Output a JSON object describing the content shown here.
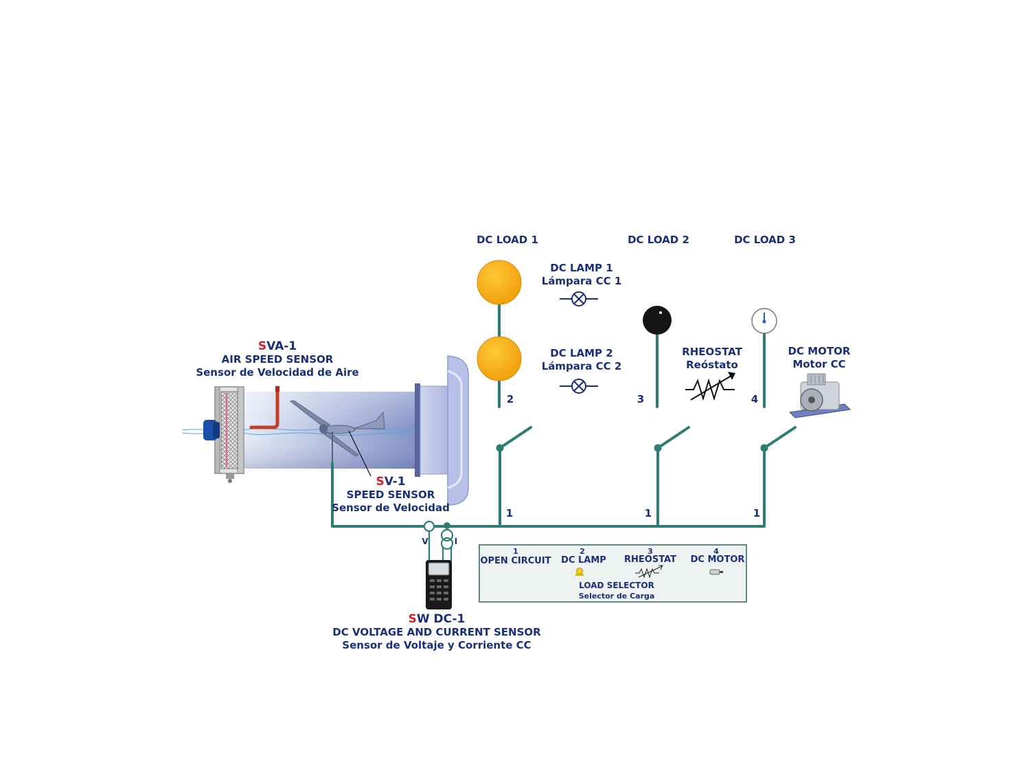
{
  "loads": {
    "load1": "DC LOAD 1",
    "load2": "DC LOAD 2",
    "load3": "DC LOAD 3"
  },
  "lamp1": {
    "title": "DC LAMP 1",
    "subtitle": "Lámpara CC 1"
  },
  "lamp2": {
    "title": "DC LAMP 2",
    "subtitle": "Lámpara CC 2"
  },
  "rheostat": {
    "title": "RHEOSTAT",
    "subtitle": "Reóstato"
  },
  "motor": {
    "title": "DC MOTOR",
    "subtitle": "Motor CC"
  },
  "sva": {
    "code_s": "S",
    "code_rest": "VA-1",
    "title": "AIR SPEED SENSOR",
    "subtitle": "Sensor de Velocidad de Aire"
  },
  "sv": {
    "code_s": "S",
    "code_rest": "V-1",
    "title": "SPEED SENSOR",
    "subtitle": "Sensor de Velocidad"
  },
  "swdc": {
    "code_s": "S",
    "code_rest": "W DC-1",
    "title": "DC VOLTAGE AND CURRENT SENSOR",
    "subtitle": "Sensor de Voltaje y Corriente CC"
  },
  "positions": {
    "load1_pos": "2",
    "load2_pos": "3",
    "load3_pos": "4",
    "common1": "1",
    "common2": "1",
    "common3": "1"
  },
  "meter": {
    "v": "V",
    "i": "I"
  },
  "selector": {
    "title": "LOAD SELECTOR",
    "subtitle": "Selector de Carga",
    "options": [
      {
        "num": "1",
        "label": "OPEN CIRCUIT"
      },
      {
        "num": "2",
        "label": "DC LAMP"
      },
      {
        "num": "3",
        "label": "RHEOSTAT"
      },
      {
        "num": "4",
        "label": "DC MOTOR"
      }
    ]
  },
  "colors": {
    "label_blue": "#1a2f7a",
    "code_red": "#d01f2b",
    "wire_green": "#2f7d72",
    "lamp_orange": "#f5a516"
  }
}
